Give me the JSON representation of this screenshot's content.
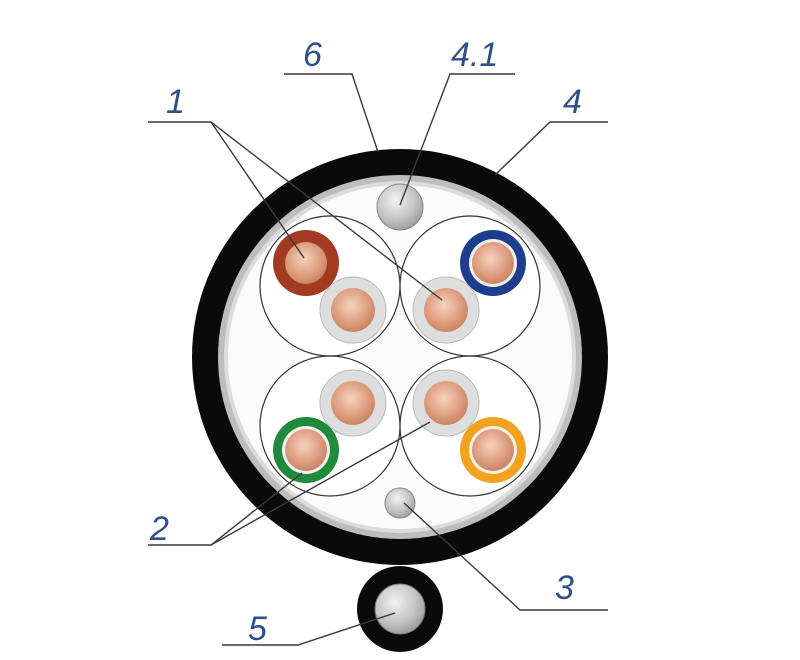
{
  "callouts": {
    "conductors": "1",
    "insulation": "2",
    "drain_wire": "3",
    "shield": "4",
    "shield_drain": "4.1",
    "messenger": "5",
    "jacket": "6"
  },
  "colors": {
    "jacket": "#0a0a0a",
    "shield_foil": "#b9b9b9",
    "copper": "#d9987a",
    "pair_brown": "#a33a22",
    "pair_blue": "#1d3d8f",
    "pair_green": "#1f8a3a",
    "pair_orange": "#f2a21e",
    "pair_white": "#dedede",
    "label": "#2e4f8a"
  }
}
